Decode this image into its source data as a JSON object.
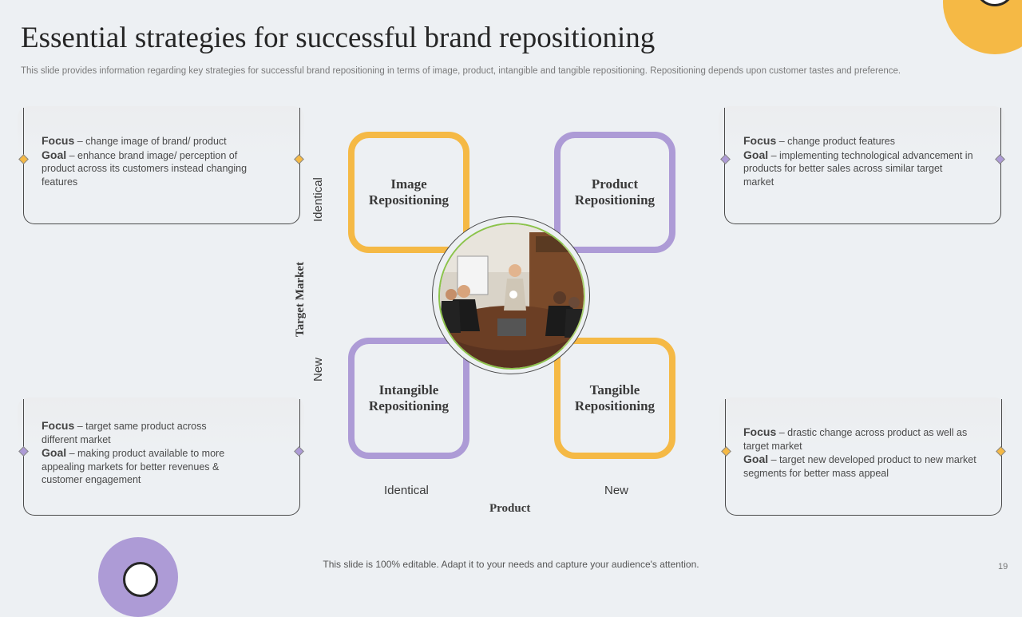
{
  "title": "Essential strategies for successful brand repositioning",
  "subtitle": "This slide provides information regarding key strategies for successful brand repositioning in terms of image, product, intangible and tangible repositioning. Repositioning depends upon customer tastes and preference.",
  "quadrants": {
    "top_left": "Image Repositioning",
    "top_right": "Product Repositioning",
    "bottom_left": "Intangible Repositioning",
    "bottom_right": "Tangible Repositioning"
  },
  "axes": {
    "y_title": "Target Market",
    "y_top": "Identical",
    "y_bottom": "New",
    "x_title": "Product",
    "x_left": "Identical",
    "x_right": "New"
  },
  "cards": {
    "top_left": {
      "focus_label": "Focus",
      "focus_text": " – change image of brand/ product",
      "goal_label": "Goal",
      "goal_text": " – enhance brand image/ perception of product across its customers instead changing features"
    },
    "top_right": {
      "focus_label": "Focus",
      "focus_text": " – change product features",
      "goal_label": "Goal",
      "goal_text": " – implementing technological advancement  in products for better sales across similar target market"
    },
    "bottom_left": {
      "focus_label": "Focus",
      "focus_text": " – target same product across different market",
      "goal_label": "Goal",
      "goal_text": " – making product available  to more appealing markets for better revenues  & customer engagement"
    },
    "bottom_right": {
      "focus_label": "Focus",
      "focus_text": " – drastic change across product as well as target market",
      "goal_label": "Goal",
      "goal_text": " – target new developed  product to new market segments for better mass appeal"
    }
  },
  "photo": "team-meeting-photo",
  "colors": {
    "yellow": "#f5b945",
    "purple": "#ad9bd6",
    "background": "#edf0f3"
  },
  "footer": "This slide is 100% editable. Adapt it to your needs and capture your audience's attention.",
  "page_number": "19"
}
